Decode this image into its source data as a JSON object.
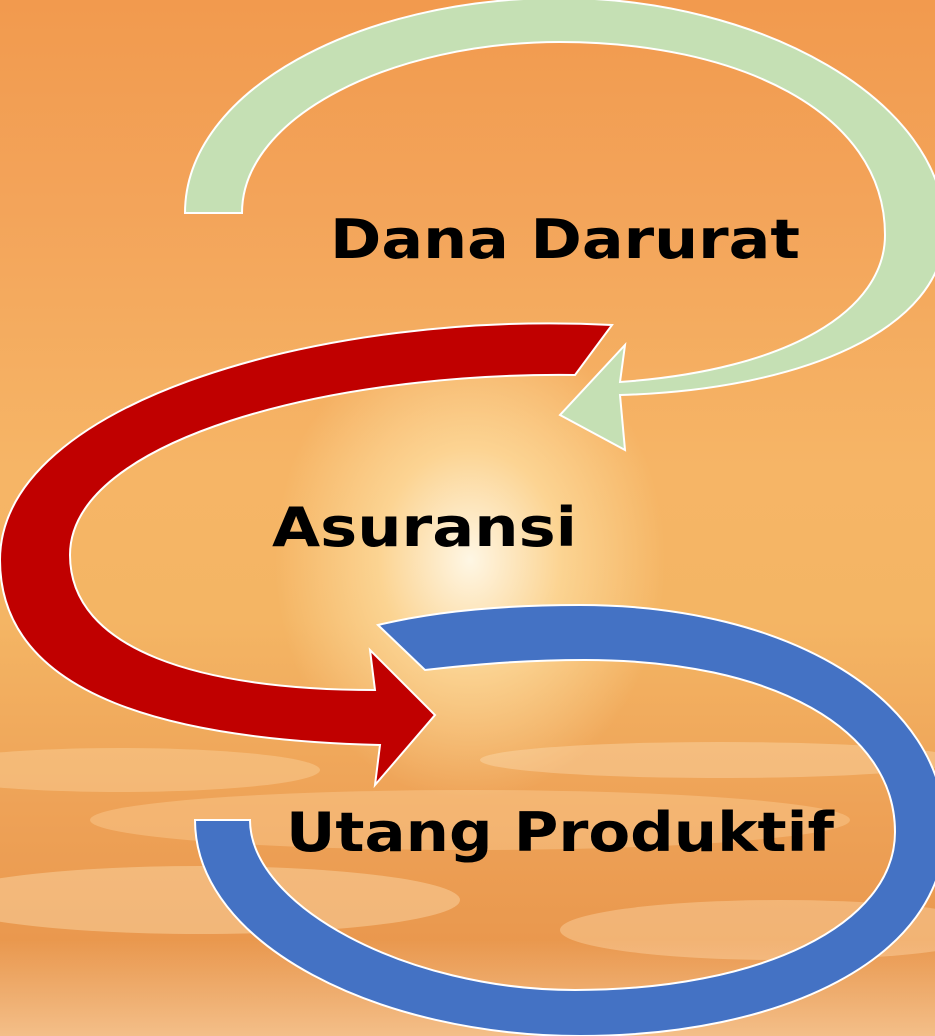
{
  "diagram": {
    "steps": [
      {
        "label": "Dana Darurat"
      },
      {
        "label": "Asuransi"
      },
      {
        "label": "Utang Produktif"
      }
    ]
  },
  "colors": {
    "arrow_green": "#c5e0b4",
    "arrow_red": "#c00000",
    "arrow_blue": "#4472c4",
    "arrow_outline": "#ffffff",
    "sky_top": "#f29a4e",
    "sky_glow": "#fff5e0"
  }
}
